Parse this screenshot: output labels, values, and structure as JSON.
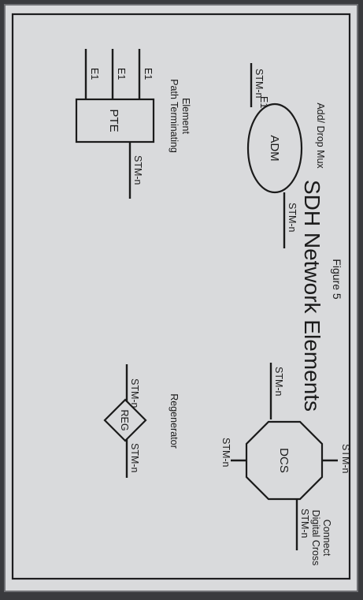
{
  "title": "SDH Network Elements",
  "figure_caption": "Figure 5",
  "elements": {
    "pte": {
      "box_label": "PTE",
      "inputs": [
        "E1",
        "E1",
        "E1"
      ],
      "output": "STM-n",
      "caption_line1": "Path Terminating",
      "caption_line2": "Element"
    },
    "reg": {
      "box_label": "REG",
      "left": "STM-n",
      "right": "STM-n",
      "caption": "Regenerator"
    },
    "adm": {
      "box_label": "ADM",
      "left": "STM-n",
      "right": "STM-n",
      "drops": [
        "E1",
        "E1",
        "E1"
      ],
      "caption": "Add/ Drop Mux"
    },
    "dcs": {
      "box_label": "DCS",
      "left": "STM-n",
      "right": "STM-n",
      "top": "STM-n",
      "bottom": "STM-n",
      "caption_line1": "Digital Cross",
      "caption_line2": "Connect"
    }
  }
}
